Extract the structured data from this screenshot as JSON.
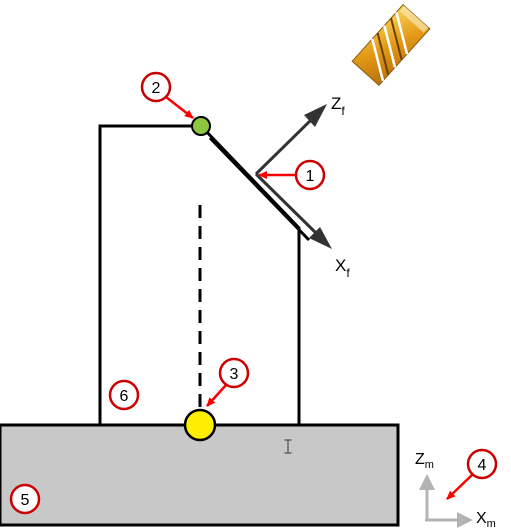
{
  "colors": {
    "base_fill": "#c8c8c8",
    "outline": "#000000",
    "point_start": "#8cc63f",
    "point_pivot": "#ffee00",
    "callout_fill": "#ffffff",
    "callout_border": "#cc0000",
    "callout_arrow": "#ff0000",
    "axis_frame_arrow": "#333333",
    "axis_machine_arrow": "#b3b3b3",
    "tool_gold": "#e8a21a"
  },
  "feature_axes": {
    "z_label": "Z",
    "z_subscript": "f",
    "x_label": "X",
    "x_subscript": "f"
  },
  "machine_axes": {
    "z_label": "Z",
    "z_subscript": "m",
    "x_label": "X",
    "x_subscript": "m"
  },
  "callouts": [
    {
      "id": "1",
      "label": "1"
    },
    {
      "id": "2",
      "label": "2"
    },
    {
      "id": "3",
      "label": "3"
    },
    {
      "id": "4",
      "label": "4"
    },
    {
      "id": "5",
      "label": "5"
    },
    {
      "id": "6",
      "label": "6"
    }
  ],
  "icons": {
    "tool": "end-mill-icon",
    "cursor": "text-cursor-icon"
  }
}
